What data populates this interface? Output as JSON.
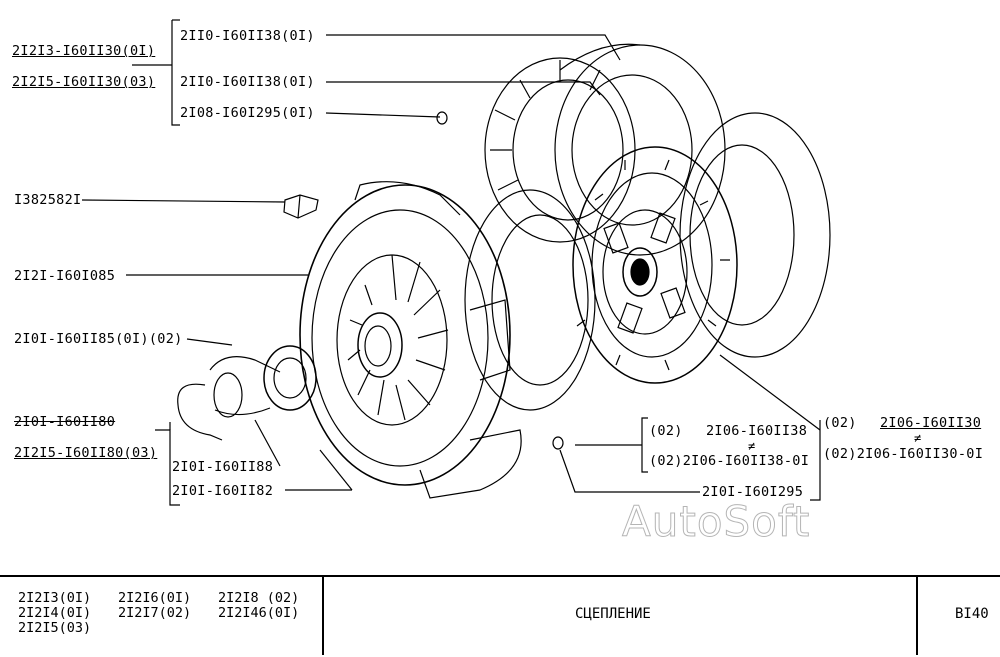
{
  "labels": {
    "l1": "2II0-I60II38(0I)",
    "l2": "2I2I3-I60II30(0I)",
    "l3": "2II0-I60II38(0I)",
    "l4": "2I2I5-I60II30(03)",
    "l5": "2I08-I60I295(0I)",
    "l6": "I382582I",
    "l7": "2I2I-I60I085",
    "l8": "2I0I-I60II85(0I)(02)",
    "l9": "2I0I-I60II80",
    "l10": "2I2I5-I60II80(03)",
    "l11": "2I0I-I60II88",
    "l12": "2I0I-I60II82",
    "l13": "(02)",
    "l14": "2I06-I60II38",
    "l15": "(02)",
    "l16": "2I06-I60II30",
    "l17": "(02)2I06-I60II38-0I",
    "l18": "(02)2I06-I60II30-0I",
    "l19": "2I0I-I60I295",
    "ne_symbol": "≠"
  },
  "watermark": "AutoSoft",
  "footer": {
    "models": [
      "2I2I3(0I)",
      "2I2I6(0I)",
      "2I2I8 (02)",
      "2I2I4(0I)",
      "2I2I7(02)",
      "2I2I46(0I)",
      "2I2I5(03)"
    ],
    "title": "СЦЕПЛЕНИЕ",
    "sheet": "BI40"
  }
}
